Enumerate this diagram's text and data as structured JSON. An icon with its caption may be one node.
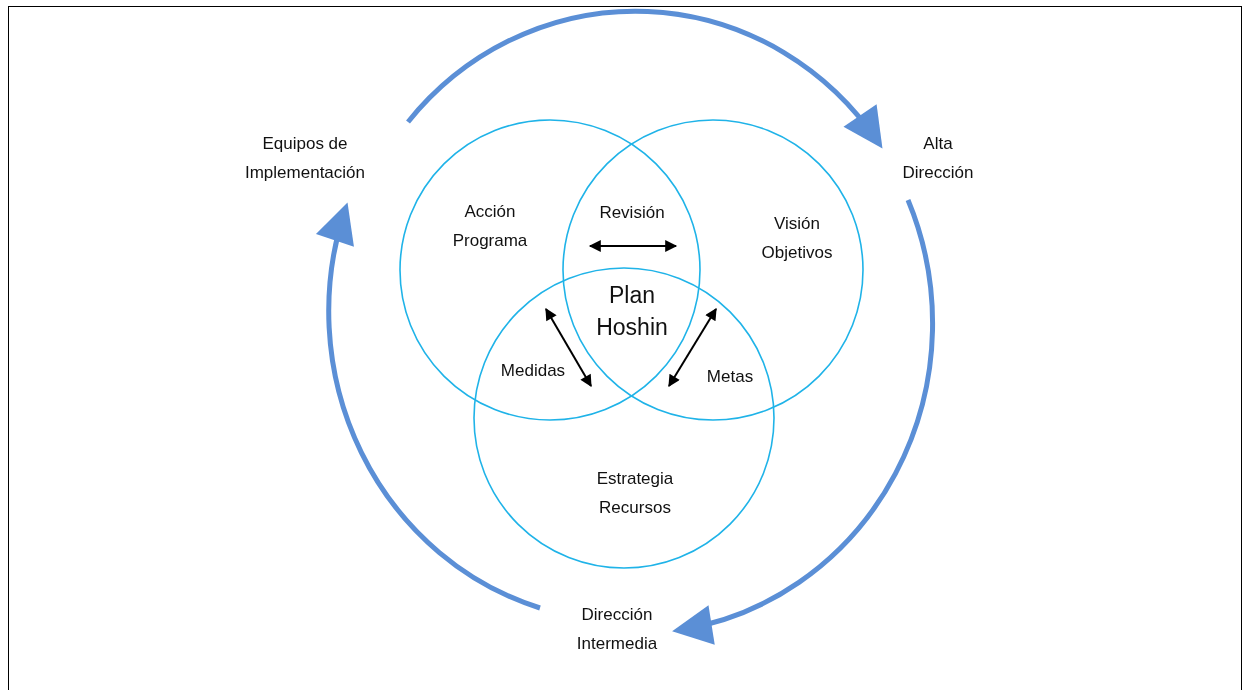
{
  "diagram": {
    "nodes": [
      {
        "text": [
          "Acción Programa"
        ]
      },
      {
        "text": [
          "Visión Objetivos"
        ]
      },
      {
        "text": [
          "Estrategia Recursos"
        ]
      },
      {
        "text": [
          "Equipos de Implementación"
        ]
      },
      {
        "text": [
          "Alta Dirección"
        ]
      },
      {
        "text": [
          "Dirección Intermedia"
        ]
      }
    ],
    "edges": [
      {
        "from": 3,
        "to": 4,
        "arrow": "to"
      },
      {
        "from": 4,
        "to": 5,
        "arrow": "to"
      },
      {
        "from": 5,
        "to": 3,
        "arrow": "to"
      }
    ],
    "labels": [
      "Revisión",
      "Plan Hoshin",
      "Medidas",
      "Metas"
    ]
  }
}
